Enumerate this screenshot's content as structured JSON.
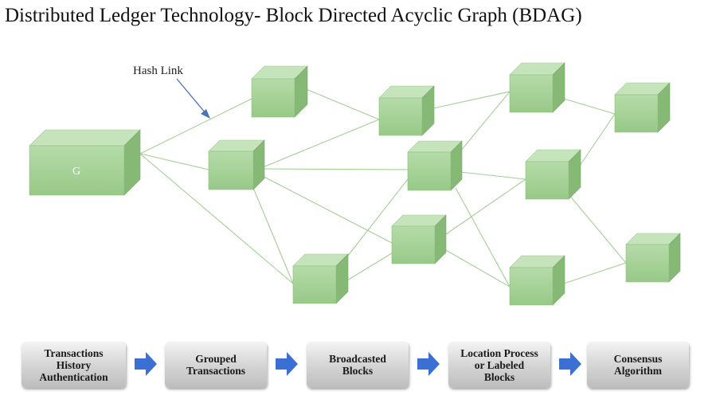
{
  "title": "Distributed Ledger Technology- Block Directed Acyclic Graph (BDAG)",
  "annotation": {
    "hash_link": "Hash Link"
  },
  "genesis": {
    "label": "G"
  },
  "colors": {
    "block_front": "#a8d49a",
    "block_top": "#c6e4bb",
    "block_side": "#86b876",
    "edge": "#a3cf94",
    "arrow": "#3b6fd4",
    "annotation_arrow": "#4a72b8"
  },
  "steps": [
    {
      "label": "Transactions\nHistory\nAuthentication"
    },
    {
      "label": "Grouped\nTransactions"
    },
    {
      "label": "Broadcasted\nBlocks"
    },
    {
      "label": "Location Process\nor Labeled\nBlocks"
    },
    {
      "label": "Consensus\nAlgorithm"
    }
  ]
}
